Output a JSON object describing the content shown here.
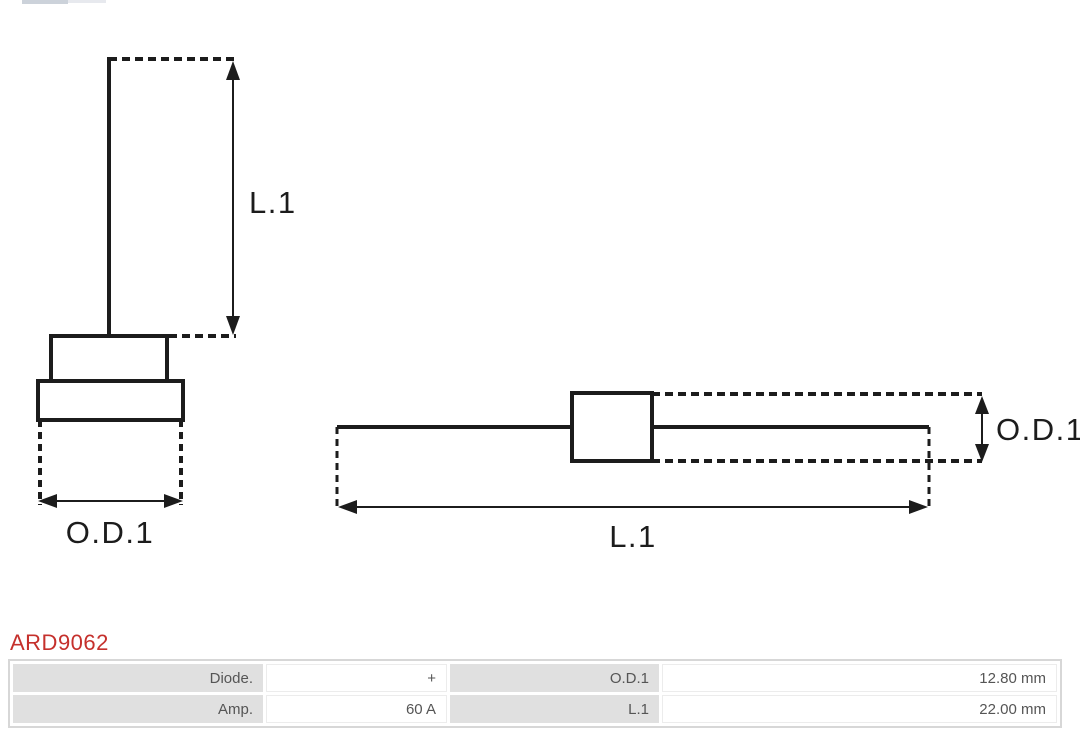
{
  "part": {
    "code": "ARD9062"
  },
  "colors": {
    "accent_red": "#c5302c",
    "line_black": "#1c1c1c",
    "cell_gray": "#e0e0e0",
    "table_border": "#d7d7d7",
    "text_gray": "#555555"
  },
  "diagrams": {
    "left": {
      "length_label": "L.1",
      "diameter_label": "O.D.1"
    },
    "right": {
      "length_label": "L.1",
      "diameter_label": "O.D.1"
    }
  },
  "table": {
    "rows": [
      {
        "c0": "Diode.",
        "c1": "+",
        "c2": "O.D.1",
        "c3": "12.80 mm"
      },
      {
        "c0": "Amp.",
        "c1": "60 A",
        "c2": "L.1",
        "c3": "22.00 mm"
      }
    ]
  }
}
